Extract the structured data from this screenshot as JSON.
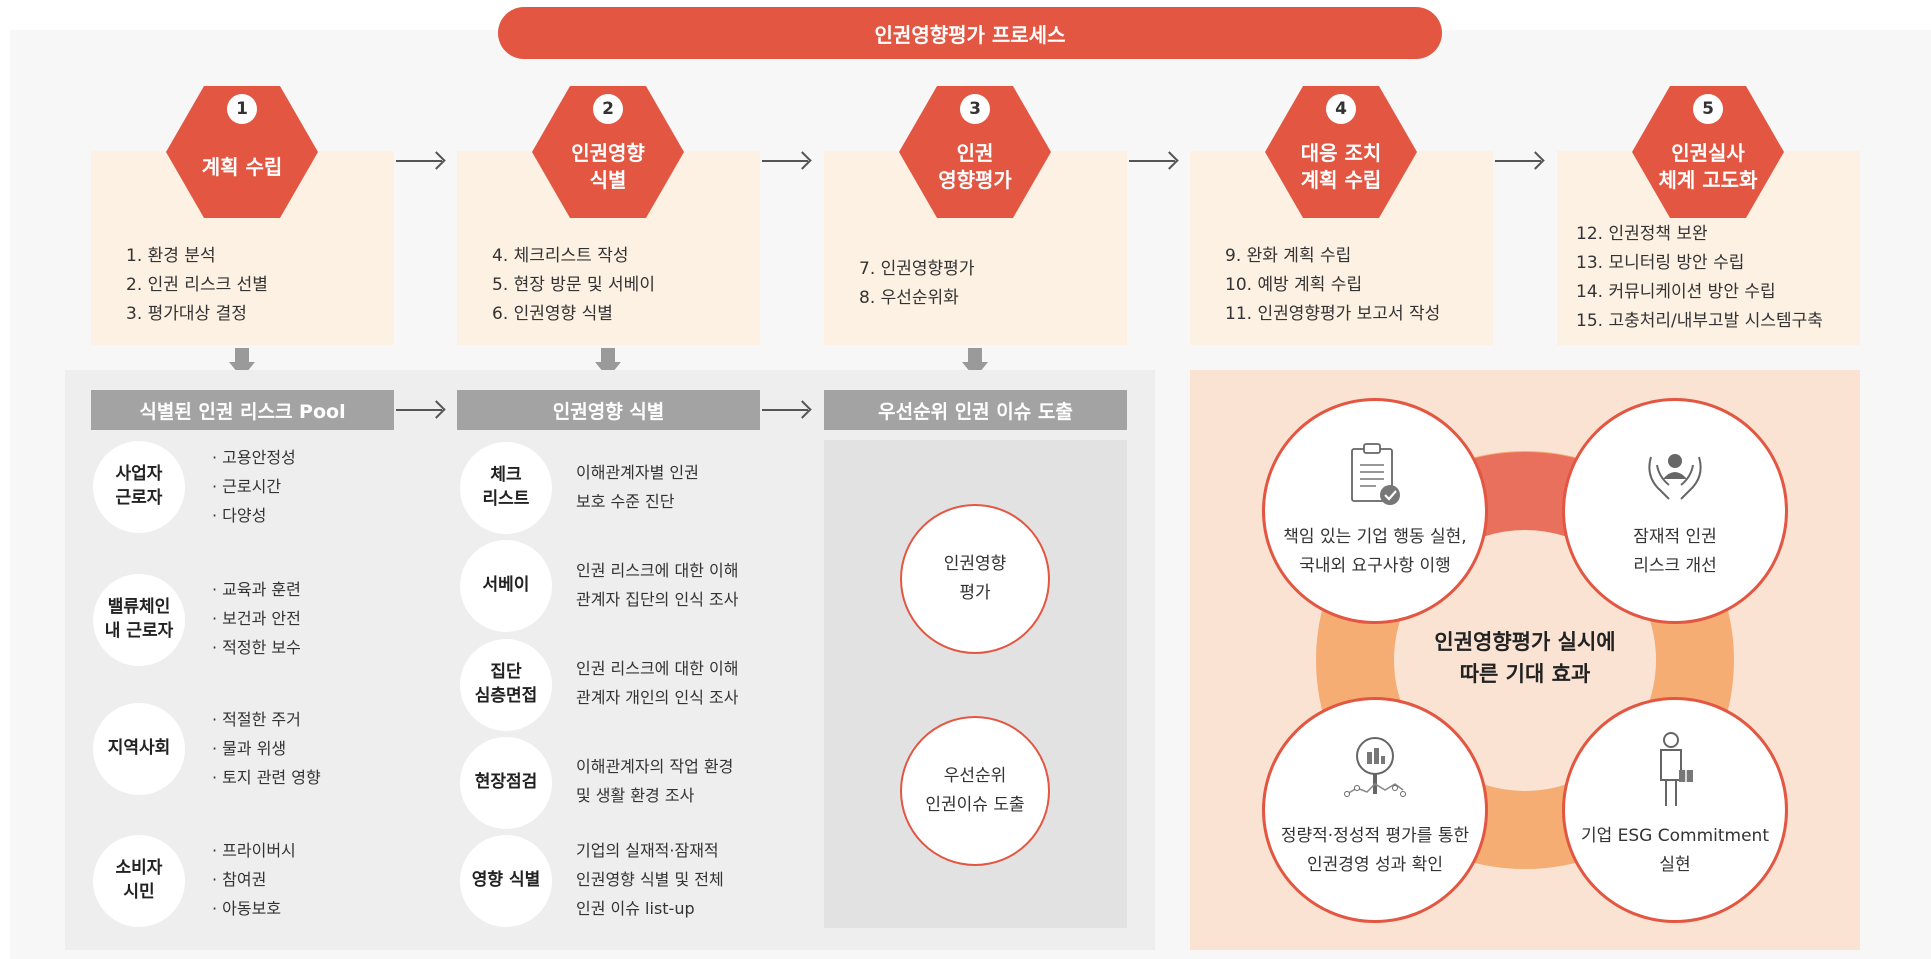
{
  "title": "인권영향평가 프로세스",
  "steps": [
    {
      "num": "1",
      "label": "계획 수립",
      "items": [
        "1. 환경 분석",
        "2. 인권 리스크 선별",
        "3. 평가대상 결정"
      ]
    },
    {
      "num": "2",
      "label": "인권영향\n식별",
      "items": [
        "4. 체크리스트 작성",
        "5. 현장 방문 및 서베이",
        "6. 인권영향 식별"
      ]
    },
    {
      "num": "3",
      "label": "인권\n영향평가",
      "items": [
        "7. 인권영향평가",
        "8. 우선순위화"
      ]
    },
    {
      "num": "4",
      "label": "대응 조치\n계획 수립",
      "items": [
        "9. 완화 계획 수립",
        "10. 예방 계획 수립",
        "11. 인권영향평가 보고서 작성"
      ]
    },
    {
      "num": "5",
      "label": "인권실사\n체계 고도화",
      "items": [
        "12. 인권정책 보완",
        "13. 모니터링 방안 수립",
        "14. 커뮤니케이션 방안 수립",
        "15. 고충처리/내부고발 시스템구축"
      ]
    }
  ],
  "pool": {
    "header": "식별된 인권 리스크 Pool",
    "groups": [
      {
        "label": "사업자\n근로자",
        "bullets": [
          "· 고용안정성",
          "· 근로시간",
          "· 다양성"
        ]
      },
      {
        "label": "밸류체인\n내 근로자",
        "bullets": [
          "· 교육과 훈련",
          "· 보건과 안전",
          "· 적정한 보수"
        ]
      },
      {
        "label": "지역사회",
        "bullets": [
          "· 적절한 주거",
          "· 물과 위생",
          "· 토지 관련 영향"
        ]
      },
      {
        "label": "소비자\n시민",
        "bullets": [
          "· 프라이버시",
          "· 참여권",
          "· 아동보호"
        ]
      }
    ]
  },
  "identification": {
    "header": "인권영향 식별",
    "methods": [
      {
        "label": "체크\n리스트",
        "desc": "이해관계자별 인권\n보호 수준 진단"
      },
      {
        "label": "서베이",
        "desc": "인권 리스크에 대한 이해\n관계자 집단의 인식 조사"
      },
      {
        "label": "집단\n심층면접",
        "desc": "인권 리스크에 대한 이해\n관계자 개인의 인식 조사"
      },
      {
        "label": "현장점검",
        "desc": "이해관계자의 작업 환경\n및 생활 환경 조사"
      },
      {
        "label": "영향 식별",
        "desc": "기업의 실재적·잠재적\n인권영향 식별 및 전체\n인권 이슈 list-up"
      }
    ]
  },
  "priority": {
    "header": "우선순위 인권 이슈 도출",
    "circles": [
      "인권영향\n평가",
      "우선순위\n인권이슈 도출"
    ]
  },
  "effects": {
    "center": "인권영향평가 실시에\n따른 기대 효과",
    "items": [
      {
        "icon": "clipboard-check-icon",
        "text": "책임 있는 기업 행동 실현,\n국내외 요구사항 이행"
      },
      {
        "icon": "hands-person-icon",
        "text": "잠재적 인권\n리스크 개선"
      },
      {
        "icon": "magnifier-chart-icon",
        "text": "정량적·정성적 평가를 통한\n인권경영 성과 확인"
      },
      {
        "icon": "person-gift-icon",
        "text": "기업 ESG Commitment\n실현"
      }
    ]
  },
  "colors": {
    "accent": "#e35642",
    "step_bg": "#fdf1e3",
    "gray_header": "#a3a3a3",
    "effects_bg": "#fae3d2"
  }
}
